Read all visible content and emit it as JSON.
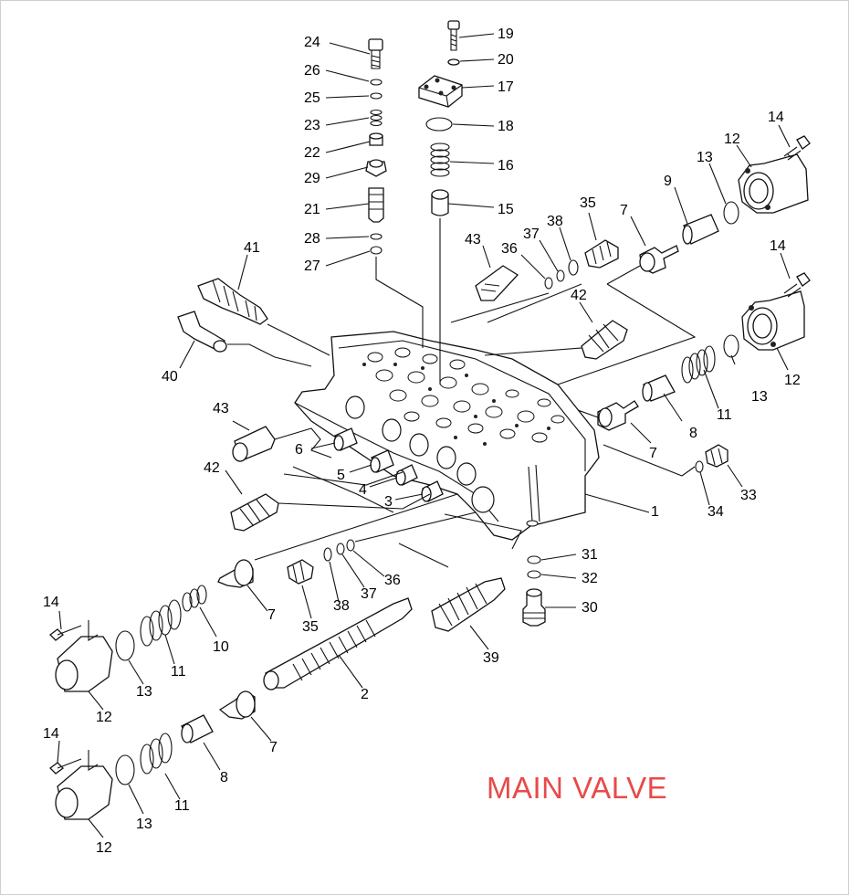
{
  "title": "MAIN VALVE",
  "title_color": "#e84a4a",
  "callouts": [
    "24",
    "26",
    "25",
    "23",
    "22",
    "29",
    "21",
    "28",
    "27",
    "19",
    "20",
    "17",
    "18",
    "16",
    "15",
    "14",
    "13",
    "12",
    "9",
    "7",
    "35",
    "38",
    "37",
    "36",
    "43",
    "41",
    "40",
    "42",
    "43",
    "6",
    "5",
    "4",
    "3",
    "42",
    "14",
    "11",
    "8",
    "7",
    "13",
    "12",
    "33",
    "34",
    "1",
    "31",
    "32",
    "30",
    "7",
    "35",
    "38",
    "37",
    "36",
    "39",
    "14",
    "13",
    "11",
    "10",
    "12",
    "2",
    "7",
    "8",
    "14",
    "13",
    "11",
    "12"
  ]
}
